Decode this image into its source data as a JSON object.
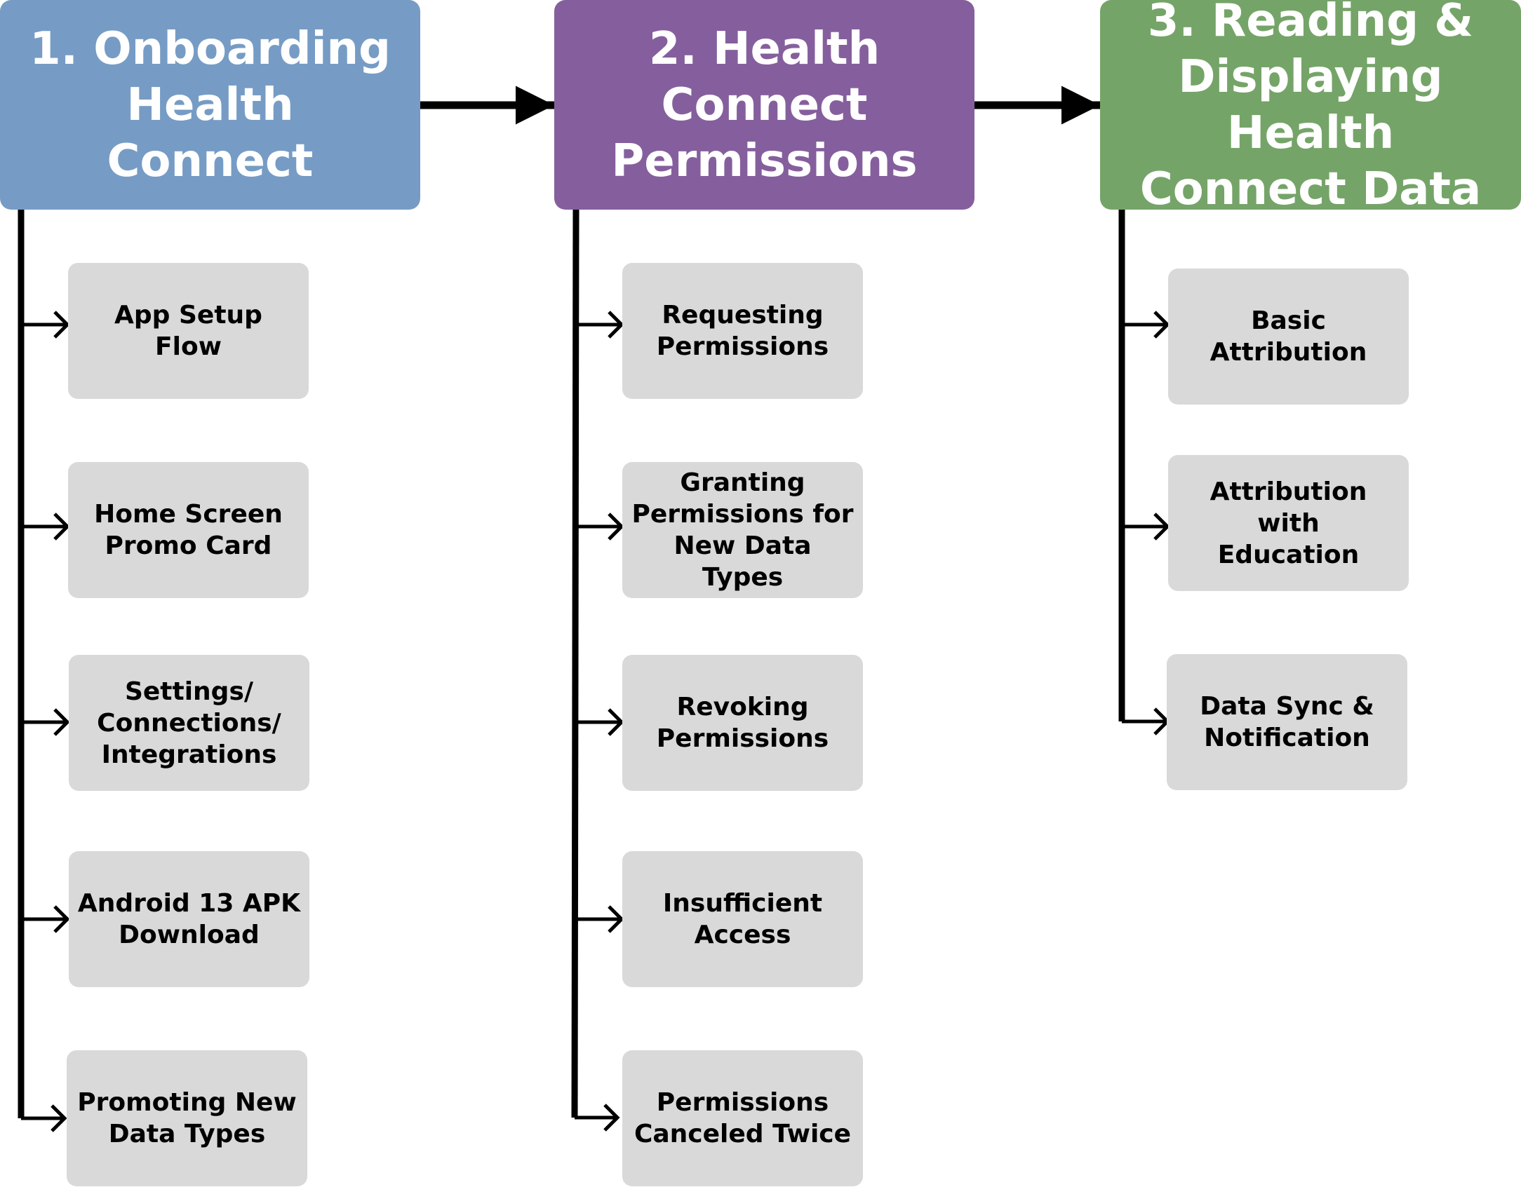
{
  "colors": {
    "onboarding": "#769cc5",
    "permissions": "#855f9d",
    "reading": "#75a468",
    "card": "#d9d9d9",
    "line": "#000000"
  },
  "columns": [
    {
      "title": "1. Onboarding\nHealth\nConnect",
      "items": [
        "App Setup\nFlow",
        "Home Screen\nPromo Card",
        "Settings/\nConnections/\nIntegrations",
        "Android 13 APK\nDownload",
        "Promoting New\nData Types"
      ]
    },
    {
      "title": "2. Health\nConnect\nPermissions",
      "items": [
        "Requesting\nPermissions",
        "Granting\nPermissions for\nNew Data Types",
        "Revoking\nPermissions",
        "Insufficient\nAccess",
        "Permissions\nCanceled Twice"
      ]
    },
    {
      "title": "3. Reading &\nDisplaying Health\nConnect Data",
      "items": [
        "Basic\nAttribution",
        "Attribution\nwith\nEducation",
        "Data Sync &\nNotification"
      ]
    }
  ]
}
